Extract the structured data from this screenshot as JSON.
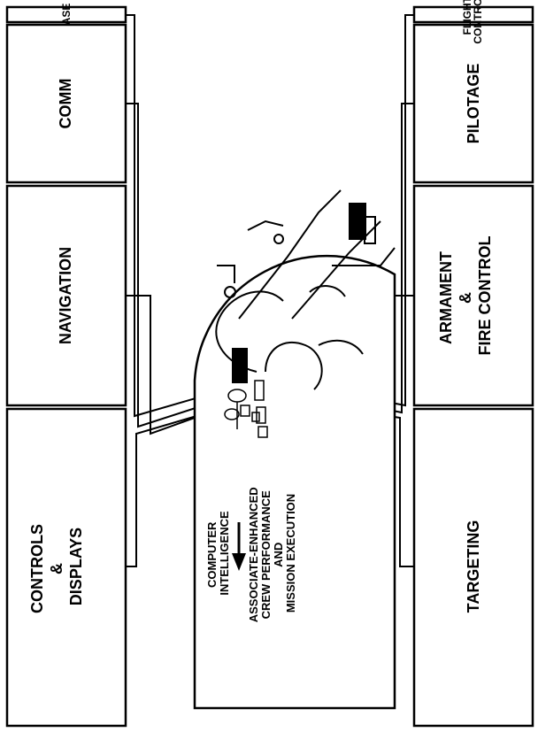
{
  "boxes": {
    "controls_displays": [
      "CONTROLS",
      "&",
      "DISPLAYS"
    ],
    "navigation": [
      "NAVIGATION"
    ],
    "comm": [
      "COMM"
    ],
    "ase": [
      "ASE"
    ],
    "targeting": [
      "TARGETING"
    ],
    "armament_fire_control": [
      "ARMAMENT",
      "&",
      "FIRE CONTROL"
    ],
    "pilotage": [
      "PILOTAGE"
    ],
    "flight_controls": [
      "FLIGHT",
      "CONTROLS"
    ]
  },
  "center": {
    "computer_intelligence": [
      "COMPUTER",
      "INTELLIGENCE"
    ],
    "associate_enhanced": [
      "ASSOCIATE-ENHANCED",
      "CREW PERFORMANCE",
      "AND",
      "MISSION EXECUTION"
    ]
  }
}
